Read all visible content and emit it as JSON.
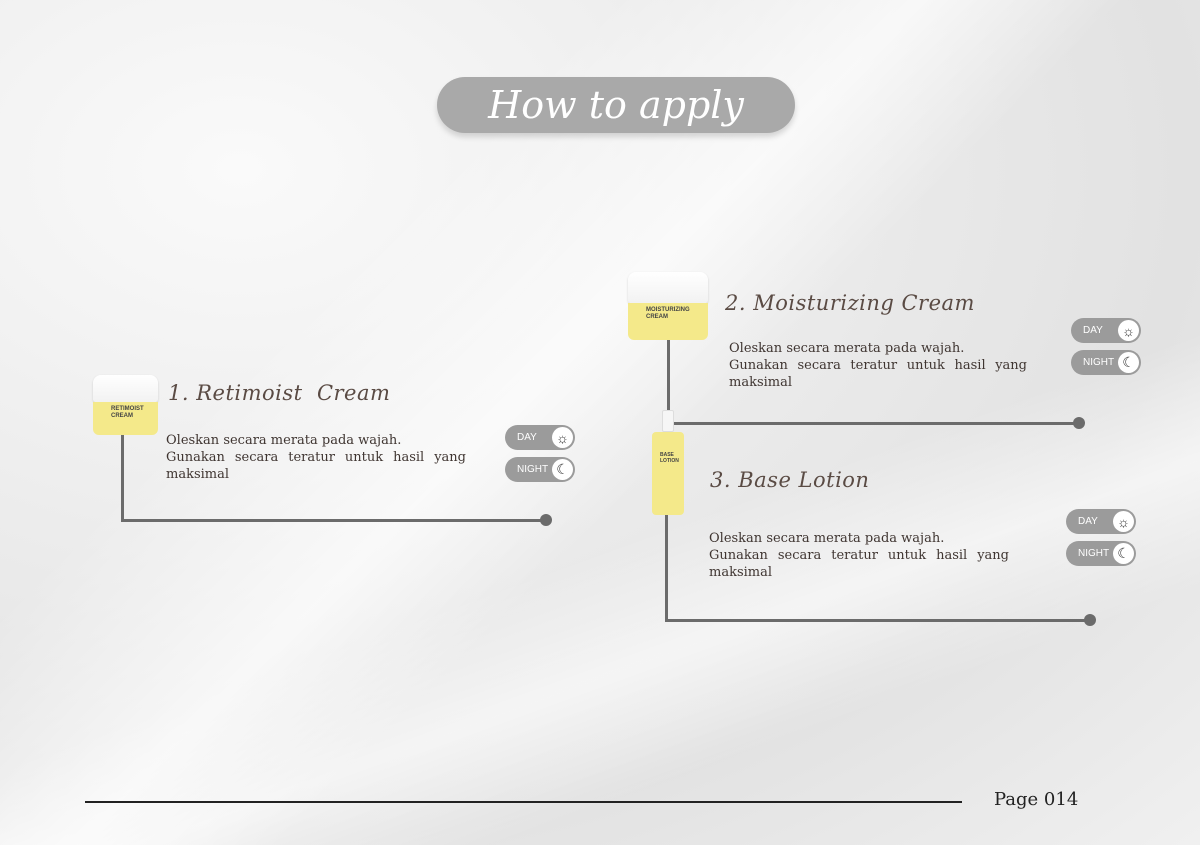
{
  "title": "How to apply",
  "toggle": {
    "day": "DAY",
    "night": "NIGHT"
  },
  "steps": [
    {
      "title": "1. Retimoist  Cream",
      "product_label": [
        "RETIMOIST",
        "CREAM"
      ],
      "desc": [
        "Oleskan secara merata pada wajah.",
        "Gunakan secara teratur untuk hasil yang",
        "maksimal"
      ]
    },
    {
      "title": "2. Moisturizing Cream",
      "product_label": [
        "MOISTURIZING",
        "CREAM"
      ],
      "desc": [
        "Oleskan secara merata pada wajah.",
        "Gunakan secara teratur untuk hasil yang",
        "maksimal"
      ]
    },
    {
      "title": "3. Base Lotion",
      "product_label": [
        "BASE",
        "LOTION"
      ],
      "desc": [
        "Oleskan secara merata pada wajah.",
        "Gunakan secara teratur untuk hasil yang",
        "maksimal"
      ]
    }
  ],
  "footer": {
    "page": "Page 014"
  }
}
